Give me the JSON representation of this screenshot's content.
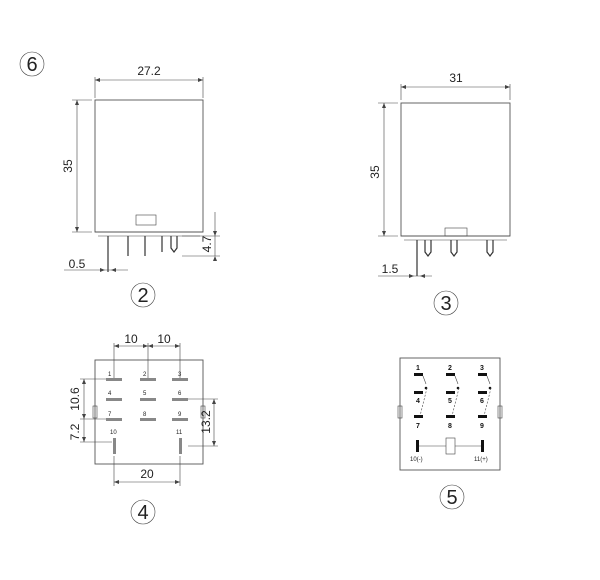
{
  "figure_labels": {
    "fig6": "6",
    "fig2": "2",
    "fig3": "3",
    "fig4": "4",
    "fig5": "5"
  },
  "view_front": {
    "width": "27.2",
    "height": "35",
    "pin_length": "4.7",
    "pin_thickness": "0.5"
  },
  "view_side": {
    "width": "31",
    "height": "35",
    "pin_offset": "1.5"
  },
  "view_bottom": {
    "pitch_x1": "10",
    "pitch_x2": "10",
    "pitch_y": "10.6",
    "pitch_y2": "7.2",
    "pitch_y3": "13.2",
    "span": "20",
    "pins": [
      "1",
      "2",
      "3",
      "4",
      "5",
      "6",
      "7",
      "8",
      "9",
      "10",
      "11"
    ]
  },
  "view_schematic": {
    "pins": [
      "1",
      "2",
      "3",
      "4",
      "5",
      "6",
      "7",
      "8",
      "9"
    ],
    "coil_minus": "10(-)",
    "coil_plus": "11(+)"
  }
}
